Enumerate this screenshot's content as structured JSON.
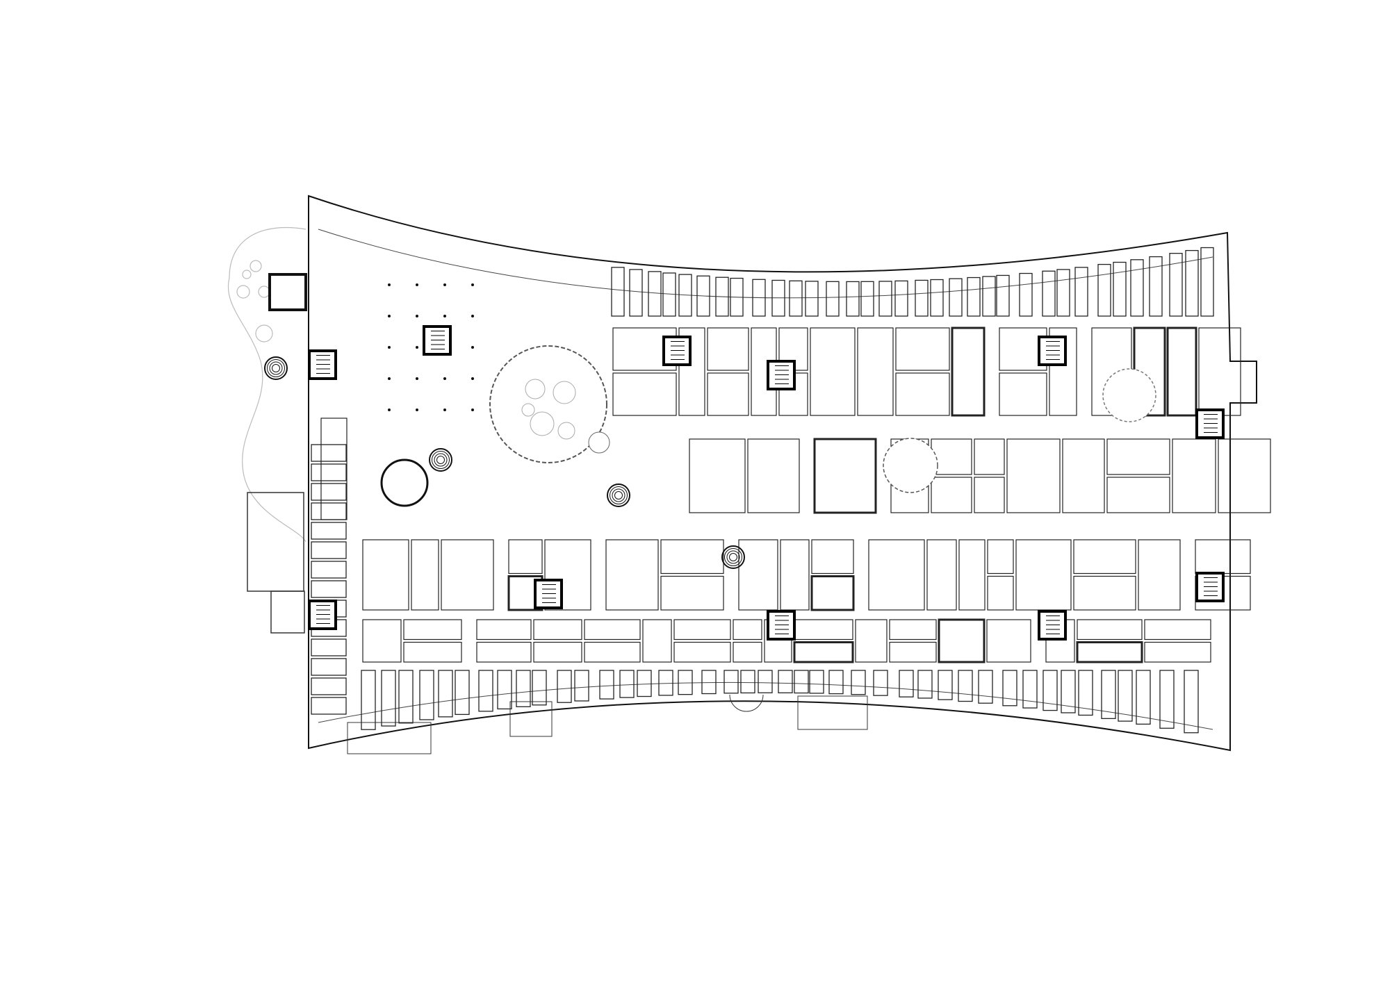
{
  "plan": {
    "kind": "floor-plan",
    "colors": {
      "background": "#ffffff",
      "wall": "#111111",
      "thin_line": "#555555",
      "landscape": "#bbbbbb"
    },
    "features": [
      "atrium-circle",
      "courtyard-circle",
      "spiral-stair",
      "stair-core",
      "landscape-outline",
      "pavilion"
    ]
  }
}
